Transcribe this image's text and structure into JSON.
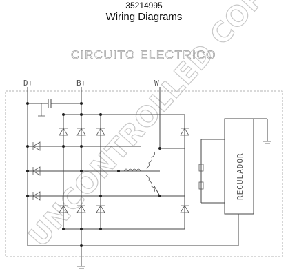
{
  "header": {
    "part_number": "35214995",
    "title": "Wiring Diagrams"
  },
  "diagram": {
    "heading": "CIRCUITO ELECTRICO",
    "terminals": {
      "d_plus": "D+",
      "b_plus": "B+",
      "w": "W"
    },
    "regulator_label": "REGULADOR",
    "watermark": "UNCONTROLLED COPY"
  }
}
